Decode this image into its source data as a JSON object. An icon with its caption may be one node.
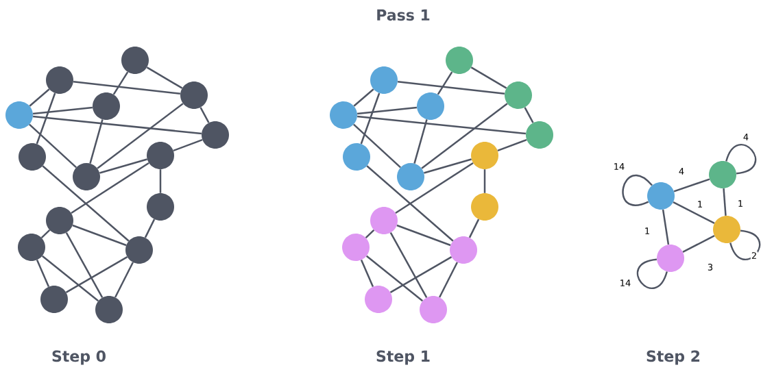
{
  "diagram": {
    "title": "Pass 1",
    "nodes": [
      {
        "text": [],
        "shape": "circle"
      },
      {
        "text": [],
        "shape": "circle"
      },
      {
        "text": [],
        "shape": "circle"
      },
      {
        "text": [],
        "shape": "circle"
      },
      {
        "text": [],
        "shape": "circle"
      },
      {
        "text": [],
        "shape": "circle"
      },
      {
        "text": [],
        "shape": "circle"
      },
      {
        "text": [],
        "shape": "circle"
      },
      {
        "text": [],
        "shape": "circle"
      },
      {
        "text": [],
        "shape": "circle"
      },
      {
        "text": [],
        "shape": "circle"
      },
      {
        "text": [],
        "shape": "circle"
      },
      {
        "text": [],
        "shape": "circle"
      },
      {
        "text": [],
        "shape": "circle"
      },
      {
        "text": [],
        "shape": "circle"
      },
      {
        "text": [],
        "shape": "circle"
      },
      {
        "text": [],
        "shape": "circle"
      },
      {
        "text": [],
        "shape": "circle"
      },
      {
        "text": [],
        "shape": "circle"
      },
      {
        "text": [],
        "shape": "circle"
      },
      {
        "text": [],
        "shape": "circle"
      },
      {
        "text": [],
        "shape": "circle"
      },
      {
        "text": [],
        "shape": "circle"
      },
      {
        "text": [],
        "shape": "circle"
      },
      {
        "text": [],
        "shape": "circle"
      },
      {
        "text": [],
        "shape": "circle"
      },
      {
        "text": [],
        "shape": "circle"
      },
      {
        "text": [],
        "shape": "circle"
      },
      {
        "text": [],
        "shape": "circle"
      },
      {
        "text": [],
        "shape": "circle"
      },
      {
        "text": [],
        "shape": "circle"
      },
      {
        "text": [],
        "shape": "circle"
      },
      {
        "text": [],
        "shape": "circle"
      },
      {
        "text": [],
        "shape": "circle"
      }
    ],
    "edges": [
      {
        "from": 0,
        "to": 3,
        "arrow": "none"
      },
      {
        "from": 0,
        "to": 4,
        "arrow": "none"
      },
      {
        "from": 1,
        "to": 2,
        "arrow": "none"
      },
      {
        "from": 1,
        "to": 4,
        "arrow": "none"
      },
      {
        "from": 1,
        "to": 6,
        "arrow": "none"
      },
      {
        "from": 2,
        "to": 3,
        "arrow": "none"
      },
      {
        "from": 2,
        "to": 5,
        "arrow": "none"
      },
      {
        "from": 2,
        "to": 7,
        "arrow": "none"
      },
      {
        "from": 3,
        "to": 7,
        "arrow": "none"
      },
      {
        "from": 4,
        "to": 5,
        "arrow": "none"
      },
      {
        "from": 4,
        "to": 7,
        "arrow": "none"
      },
      {
        "from": 7,
        "to": 8,
        "arrow": "none"
      },
      {
        "from": 5,
        "to": 8,
        "arrow": "none"
      },
      {
        "from": 8,
        "to": 9,
        "arrow": "none"
      },
      {
        "from": 8,
        "to": 10,
        "arrow": "none"
      },
      {
        "from": 6,
        "to": 12,
        "arrow": "none"
      },
      {
        "from": 9,
        "to": 12,
        "arrow": "none"
      },
      {
        "from": 10,
        "to": 12,
        "arrow": "none"
      },
      {
        "from": 10,
        "to": 11,
        "arrow": "none"
      },
      {
        "from": 10,
        "to": 14,
        "arrow": "none"
      },
      {
        "from": 11,
        "to": 13,
        "arrow": "none"
      },
      {
        "from": 11,
        "to": 14,
        "arrow": "none"
      },
      {
        "from": 12,
        "to": 13,
        "arrow": "none"
      },
      {
        "from": 12,
        "to": 14,
        "arrow": "none"
      },
      {
        "from": 15,
        "to": 18,
        "arrow": "none"
      },
      {
        "from": 15,
        "to": 19,
        "arrow": "none"
      },
      {
        "from": 16,
        "to": 17,
        "arrow": "none"
      },
      {
        "from": 16,
        "to": 19,
        "arrow": "none"
      },
      {
        "from": 16,
        "to": 21,
        "arrow": "none"
      },
      {
        "from": 17,
        "to": 18,
        "arrow": "none"
      },
      {
        "from": 17,
        "to": 20,
        "arrow": "none"
      },
      {
        "from": 17,
        "to": 22,
        "arrow": "none"
      },
      {
        "from": 18,
        "to": 22,
        "arrow": "none"
      },
      {
        "from": 19,
        "to": 20,
        "arrow": "none"
      },
      {
        "from": 19,
        "to": 22,
        "arrow": "none"
      },
      {
        "from": 22,
        "to": 23,
        "arrow": "none"
      },
      {
        "from": 20,
        "to": 23,
        "arrow": "none"
      },
      {
        "from": 23,
        "to": 24,
        "arrow": "none"
      },
      {
        "from": 23,
        "to": 25,
        "arrow": "none"
      },
      {
        "from": 21,
        "to": 27,
        "arrow": "none"
      },
      {
        "from": 24,
        "to": 27,
        "arrow": "none"
      },
      {
        "from": 25,
        "to": 27,
        "arrow": "none"
      },
      {
        "from": 25,
        "to": 26,
        "arrow": "none"
      },
      {
        "from": 25,
        "to": 29,
        "arrow": "none"
      },
      {
        "from": 26,
        "to": 28,
        "arrow": "none"
      },
      {
        "from": 26,
        "to": 29,
        "arrow": "none"
      },
      {
        "from": 27,
        "to": 28,
        "arrow": "none"
      },
      {
        "from": 27,
        "to": 29,
        "arrow": "none"
      },
      {
        "from": 30,
        "to": 30,
        "arrow": "none",
        "label": "14"
      },
      {
        "from": 30,
        "to": 31,
        "arrow": "none",
        "label": "4"
      },
      {
        "from": 31,
        "to": 31,
        "arrow": "none",
        "label": "4"
      },
      {
        "from": 30,
        "to": 32,
        "arrow": "none",
        "label": "1"
      },
      {
        "from": 31,
        "to": 32,
        "arrow": "none",
        "label": "1"
      },
      {
        "from": 30,
        "to": 33,
        "arrow": "none",
        "label": "1"
      },
      {
        "from": 32,
        "to": 32,
        "arrow": "none",
        "label": "2"
      },
      {
        "from": 33,
        "to": 32,
        "arrow": "none",
        "label": "3"
      },
      {
        "from": 33,
        "to": 33,
        "arrow": "none",
        "label": "14"
      }
    ],
    "labels": [
      "Step 0",
      "Step 1",
      "Step 2"
    ]
  }
}
